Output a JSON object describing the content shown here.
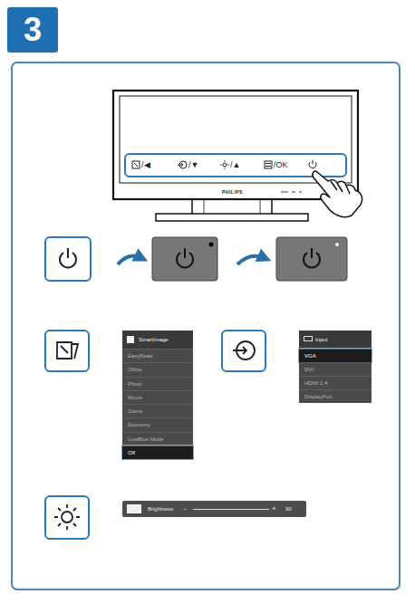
{
  "diagram": {
    "nodes": [
      {
        "text": [
          "3"
        ]
      },
      {
        "text": [
          "SmartImage"
        ]
      },
      {
        "text": [
          "EasyRead"
        ],
        "in": 1
      },
      {
        "text": [
          "Office"
        ],
        "in": 1
      },
      {
        "text": [
          "Photo"
        ],
        "in": 1
      },
      {
        "text": [
          "Movie"
        ],
        "in": 1
      },
      {
        "text": [
          "Game"
        ],
        "in": 1
      },
      {
        "text": [
          "Economy"
        ],
        "in": 1
      },
      {
        "text": [
          "LowBlue Mode"
        ],
        "in": 1
      },
      {
        "text": [
          "Off"
        ],
        "in": 1
      },
      {
        "text": [
          "Input"
        ]
      },
      {
        "text": [
          "VGA"
        ],
        "in": 10
      },
      {
        "text": [
          "DVI"
        ],
        "in": 10
      },
      {
        "text": [
          "HDMI 1.4"
        ],
        "in": 10
      },
      {
        "text": [
          "DisplayPort"
        ],
        "in": 10
      },
      {
        "text": [
          "Brightness",
          "-",
          "+",
          "90"
        ]
      }
    ],
    "edges": [],
    "labels": [
      "/◀",
      "/▼",
      "/▲",
      "/OK",
      "PHILIPS"
    ]
  }
}
